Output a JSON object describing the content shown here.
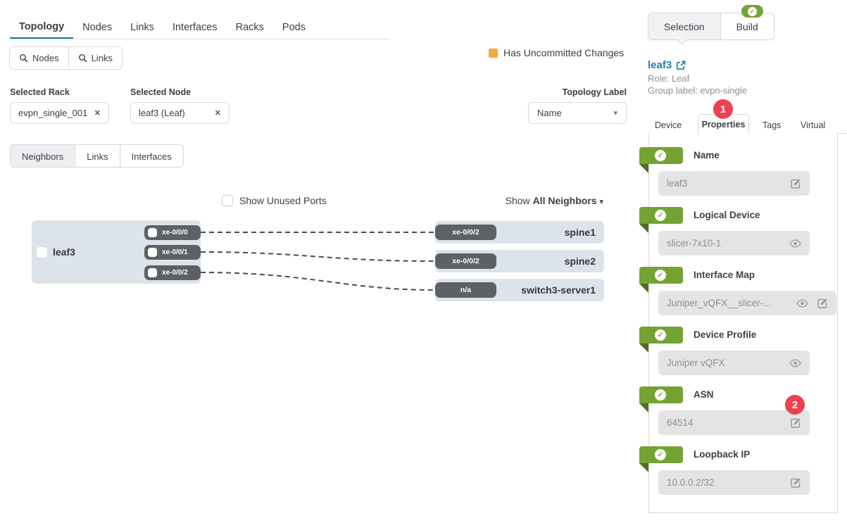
{
  "header": {
    "tabs": [
      "Topology",
      "Nodes",
      "Links",
      "Interfaces",
      "Racks",
      "Pods"
    ],
    "active_tab": "Topology"
  },
  "toolbar": {
    "nodes_button": "Nodes",
    "links_button": "Links"
  },
  "filters": {
    "selected_rack_label": "Selected Rack",
    "selected_rack_value": "evpn_single_001",
    "selected_node_label": "Selected Node",
    "selected_node_value": "leaf3 (Leaf)"
  },
  "status": {
    "uncommitted_label": "Has Uncommitted Changes"
  },
  "topology_label": {
    "label": "Topology Label",
    "value": "Name"
  },
  "view_tabs": [
    "Neighbors",
    "Links",
    "Interfaces"
  ],
  "diagram": {
    "show_unused_ports": "Show Unused Ports",
    "show_prefix": "Show",
    "show_value": "All Neighbors",
    "node": {
      "name": "leaf3",
      "ports": [
        "xe-0/0/0",
        "xe-0/0/1",
        "xe-0/0/2"
      ]
    },
    "neighbors": [
      {
        "port": "xe-0/0/2",
        "name": "spine1"
      },
      {
        "port": "xe-0/0/2",
        "name": "spine2"
      },
      {
        "port": "n/a",
        "name": "switch3-server1"
      }
    ]
  },
  "panel": {
    "tabs": [
      "Selection",
      "Build"
    ],
    "selected_node": {
      "name": "leaf3",
      "role": "Role: Leaf",
      "group": "Group label: evpn-single"
    },
    "detail_tabs": [
      "Device",
      "Properties",
      "Tags",
      "Virtual"
    ],
    "active_detail_tab": "Properties",
    "badge1": "1",
    "badge2": "2",
    "properties": [
      {
        "label": "Name",
        "value": "leaf3"
      },
      {
        "label": "Logical Device",
        "value": "slicer-7x10-1"
      },
      {
        "label": "Interface Map",
        "value": "Juniper_vQFX__slicer-..."
      },
      {
        "label": "Device Profile",
        "value": "Juniper vQFX"
      },
      {
        "label": "ASN",
        "value": "64514"
      },
      {
        "label": "Loopback IP",
        "value": "10.0.0.2/32"
      }
    ]
  },
  "icons": {
    "check": "✓",
    "close": "✕",
    "caret_down": "▾"
  },
  "colors": {
    "accent_blue": "#1f73a0",
    "link_blue": "#2080b2",
    "green": "#74a333",
    "green_dark": "#4b7020",
    "red": "#ee404e",
    "orange": "#f5a83b",
    "node_fill": "#dce3ea",
    "port_fill": "#5d6166"
  }
}
